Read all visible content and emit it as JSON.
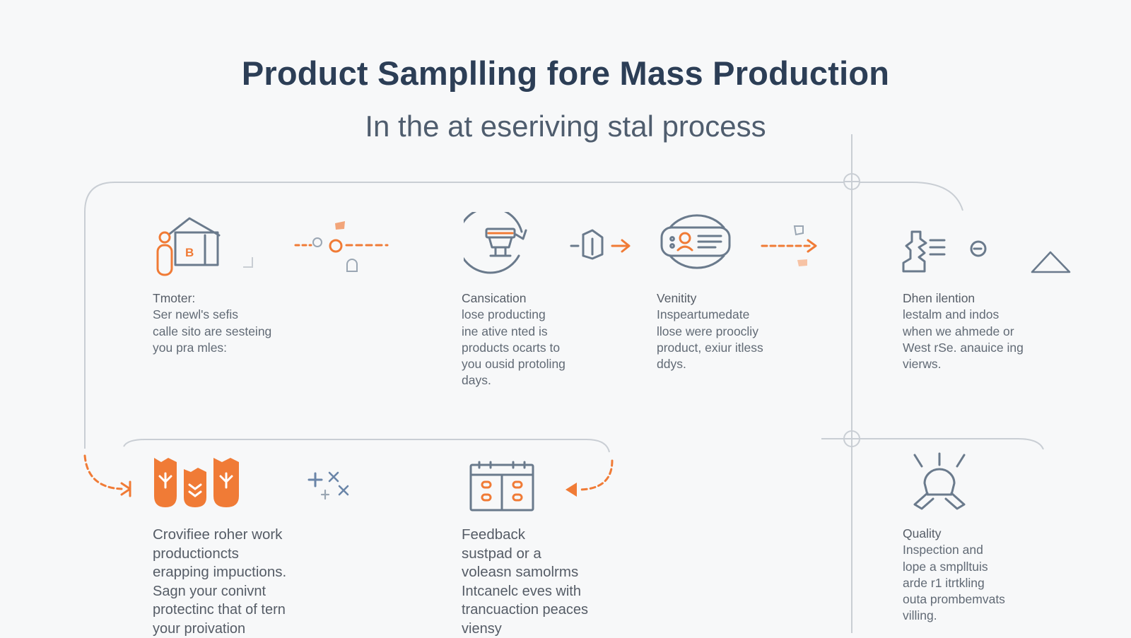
{
  "header": {
    "title": "Product Samplling fore Mass Production",
    "subtitle": "In the at eseriving stal process"
  },
  "colors": {
    "accent": "#f07b36",
    "icon_stroke": "#6a7a8c",
    "title": "#2c3e56",
    "connector": "#c9ced4"
  },
  "steps": [
    {
      "id": "step-1",
      "icon": "warehouse-person-icon",
      "icon_letter": "B",
      "lines": [
        "Tmoter:",
        "Ser newl's sefis",
        "calle sito are sesteing",
        "you pra mles:"
      ]
    },
    {
      "id": "step-2",
      "icon": "refresh-cup-icon",
      "lines": [
        "Cansication",
        "lose producting",
        "ine ative nted is",
        "products ocarts to",
        "you ousid protoling",
        "days."
      ]
    },
    {
      "id": "step-3",
      "icon": "chat-search-icon",
      "lines": [
        "Venitity",
        "Inspeartumedate",
        "llose were proocliy",
        "product, exiur itless",
        "ddys."
      ]
    },
    {
      "id": "step-4",
      "icon": "person-list-icon",
      "lines": [
        "Dhen ilention",
        "lestalm and indos",
        "when we ahmede or",
        "West rSe. anauice ing",
        "vierws."
      ]
    },
    {
      "id": "step-5",
      "icon": "tulips-icon",
      "lines": [
        "Crovifiee roher work",
        "productioncts",
        "erapping impuctions.",
        "Sagn your conivnt",
        "protectinc that of tern",
        "your proivation"
      ]
    },
    {
      "id": "step-6",
      "icon": "calendar-icon",
      "lines": [
        "Feedback",
        "sustpad or a",
        "voleasn samolrms",
        "Intcanelc eves with",
        "trancuaction peaces",
        "viensy"
      ]
    },
    {
      "id": "step-7",
      "icon": "quality-badge-icon",
      "lines": [
        "Quality",
        "Inspection and",
        "lope a smplltuis",
        "arde r1 itrtkling",
        "outa prombemvats",
        "villing."
      ]
    }
  ]
}
